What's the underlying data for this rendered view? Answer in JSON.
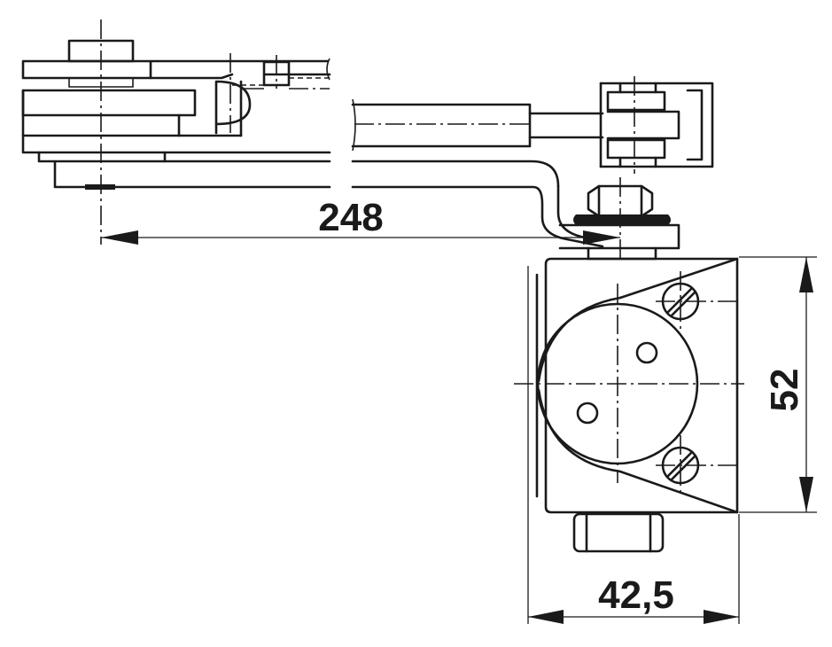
{
  "dimensions": {
    "length_label": "248",
    "height_label": "52",
    "width_label": "42,5"
  },
  "colors": {
    "line": "#1a1a1a",
    "background": "#ffffff"
  }
}
